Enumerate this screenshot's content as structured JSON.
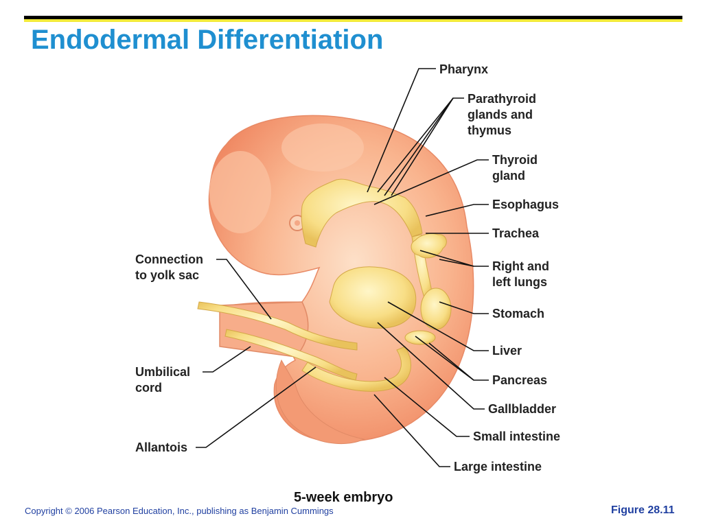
{
  "title": "Endodermal Differentiation",
  "caption": "5-week embryo",
  "footer": {
    "copyright": "Copyright © 2006 Pearson Education, Inc., publishing as Benjamin Cummings",
    "figure_ref": "Figure 28.11"
  },
  "labels": {
    "pharynx": "Pharynx",
    "parathyroid": "Parathyroid\nglands and\nthymus",
    "thyroid": "Thyroid\ngland",
    "esophagus": "Esophagus",
    "trachea": "Trachea",
    "lungs": "Right and\nleft lungs",
    "stomach": "Stomach",
    "liver": "Liver",
    "pancreas": "Pancreas",
    "gallbladder": "Gallbladder",
    "small_intestine": "Small intestine",
    "large_intestine": "Large intestine",
    "yolk_sac": "Connection\nto yolk sac",
    "umbilical": "Umbilical\ncord",
    "allantois": "Allantois"
  },
  "colors": {
    "title": "#1f8fd0",
    "embryo_body": "#f7a47e",
    "endoderm": "#f6dc82",
    "footer_text": "#1f3fa0",
    "accent_rule": "#f2ea3a"
  }
}
